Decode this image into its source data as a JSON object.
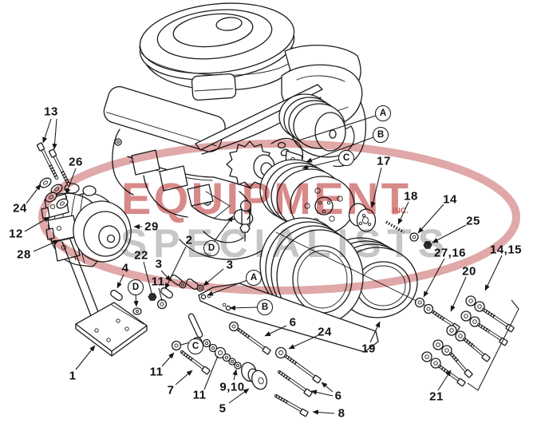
{
  "page": {
    "background": "#ffffff",
    "ink_color": "#1c1c1c"
  },
  "diagram": {
    "labels": [
      {
        "text": "13"
      },
      {
        "text": "24"
      },
      {
        "text": "26"
      },
      {
        "text": "12"
      },
      {
        "text": "28"
      },
      {
        "text": "29"
      },
      {
        "text": "2"
      },
      {
        "text": "22"
      },
      {
        "text": "3"
      },
      {
        "text": "3"
      },
      {
        "text": "4"
      },
      {
        "text": "11"
      },
      {
        "text": "1"
      },
      {
        "text": "11"
      },
      {
        "text": "7"
      },
      {
        "text": "11"
      },
      {
        "text": "9,10"
      },
      {
        "text": "5"
      },
      {
        "text": "6"
      },
      {
        "text": "24"
      },
      {
        "text": "6"
      },
      {
        "text": "8"
      },
      {
        "text": "17"
      },
      {
        "text": "18"
      },
      {
        "text": "14"
      },
      {
        "text": "25"
      },
      {
        "text": "27,16"
      },
      {
        "text": "14,15"
      },
      {
        "text": "20"
      },
      {
        "text": "19"
      },
      {
        "text": "21"
      }
    ],
    "letters": [
      {
        "text": "A"
      },
      {
        "text": "B"
      },
      {
        "text": "C"
      },
      {
        "text": "D"
      }
    ]
  },
  "watermark": {
    "word1": "EQUIPMENT",
    "word2": "SPECIALISTS",
    "word3": "INC.",
    "oval_color": "#e0a8a8",
    "word1_color": "#d88a8a",
    "word2_color": "#c6c6c6",
    "word3_color": "#c95f5f"
  }
}
